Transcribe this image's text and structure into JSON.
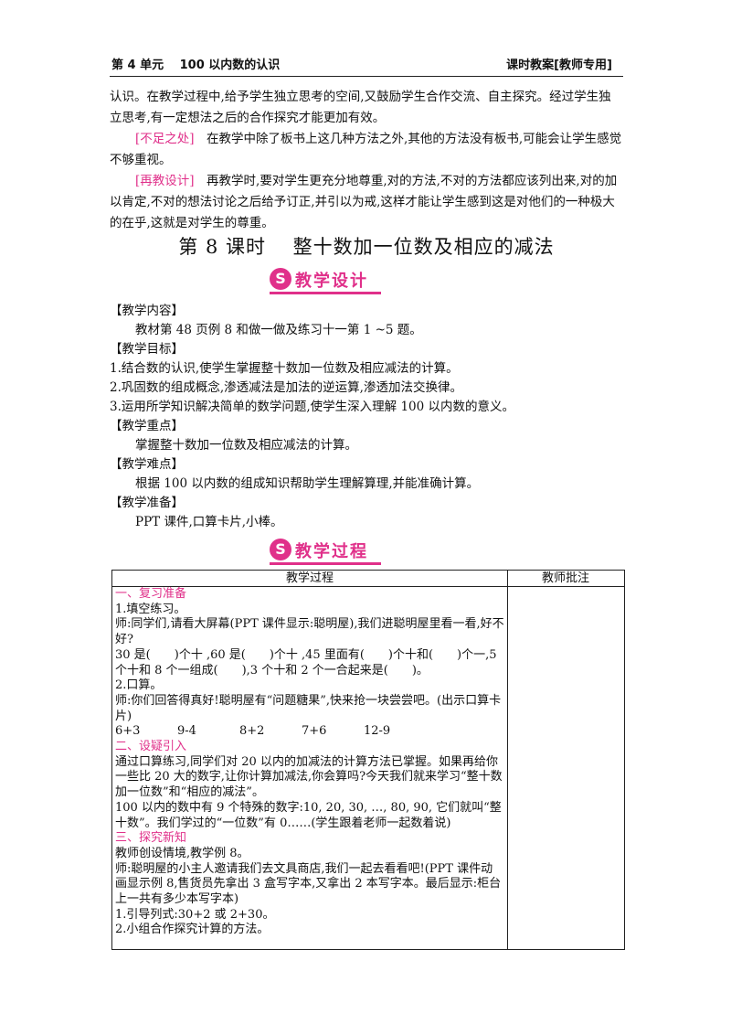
{
  "header": {
    "left": "第 4 单元　 100 以内数的认识",
    "right": "课时教案[教师专用]"
  },
  "intro": {
    "p1": "认识。在教学过程中,给予学生独立思考的空间,又鼓励学生合作交流、自主探究。经过学生独立思考,有一定想法之后的合作探究才能更加有效。",
    "p2_tag": "[不足之处]",
    "p2": "　在教学中除了板书上这几种方法之外,其他的方法没有板书,可能会让学生感觉不够重视。",
    "p3_tag": "[再教设计]",
    "p3": "　再教学时,要对学生更充分地尊重,对的方法,不对的方法都应该列出来,对的加以肯定,不对的想法讨论之后给予订正,并引以为戒,这样才能让学生感到这是对他们的一种极大的在乎,这就是对学生的尊重。"
  },
  "lesson_title": "第 8 课时　 整十数加一位数及相应的减法",
  "banner1": {
    "icon": "S",
    "text": "教学设计"
  },
  "banner2": {
    "icon": "S",
    "text": "教学过程"
  },
  "design": {
    "content_h": "【教学内容】",
    "content": "教材第 48 页例 8 和做一做及练习十一第 1 ~5 题。",
    "goal_h": "【教学目标】",
    "goals": [
      "1.结合数的认识,使学生掌握整十数加一位数及相应减法的计算。",
      "2.巩固数的组成概念,渗透减法是加法的逆运算,渗透加法交换律。",
      "3.运用所学知识解决简单的数学问题,使学生深入理解 100 以内数的意义。"
    ],
    "key_h": "【教学重点】",
    "key": "掌握整十数加一位数及相应减法的计算。",
    "diff_h": "【教学难点】",
    "diff": "根据 100 以内数的组成知识帮助学生理解算理,并能准确计算。",
    "prep_h": "【教学准备】",
    "prep": "PPT 课件,口算卡片,小棒。"
  },
  "table": {
    "col1": "教学过程",
    "col2": "教师批注",
    "s1": "一、复习准备",
    "l1": "1.填空练习。",
    "l2": "师:同学们,请看大屏幕(PPT 课件显示:聪明屋),我们进聪明屋里看一看,好不好?",
    "l3": "30 是(　　)个十 ,60 是(　　)个十 ,45 里面有(　　)个十和(　　)个一,5 个十和 8 个一组成(　　),3 个十和 2 个一合起来是(　　)。",
    "l4": "2.口算。",
    "l5": "师:你们回答得真好!聪明屋有“问题糖果”,快来抢一块尝尝吧。(出示口算卡片)",
    "calcs": [
      "6+3",
      "9-4",
      "8+2",
      "7+6",
      "12-9"
    ],
    "s2": "二、设疑引入",
    "l6": "通过口算练习,同学们对 20 以内的加减法的计算方法已掌握。如果再给你一些比 20 大的数字,让你计算加减法,你会算吗?今天我们就来学习“整十数加一位数”和“相应的减法”。",
    "l7": "100 以内的数中有 9 个特殊的数字:10, 20, 30, …, 80, 90, 它们就叫“整十数”。我们学过的“一位数”有 0……(学生跟着老师一起数着说)",
    "s3": "三、探究新知",
    "l8": "教师创设情境,教学例 8。",
    "l9": "师:聪明屋的小主人邀请我们去文具商店,我们一起去看看吧!(PPT 课件动画显示例 8,售货员先拿出 3 盒写字本,又拿出 2 本写字本。最后显示:柜台上一共有多少本写字本)",
    "l10": "1.引导列式:30+2 或 2+30。",
    "l11": "2.小组合作探究计算的方法。"
  }
}
